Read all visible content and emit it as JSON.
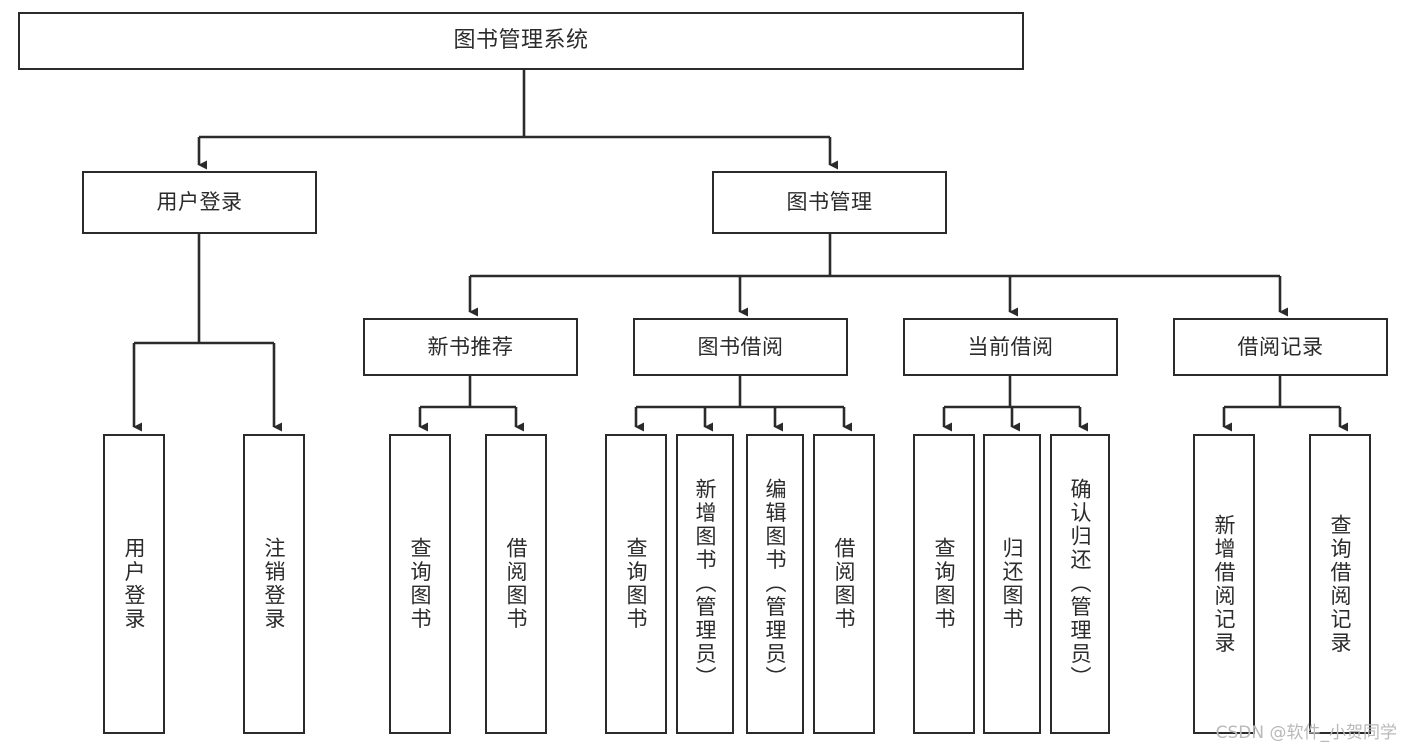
{
  "diagram": {
    "title": "图书管理系统",
    "type": "tree-hierarchy-chart",
    "root": {
      "label": "图书管理系统"
    },
    "level2": [
      {
        "label": "用户登录"
      },
      {
        "label": "图书管理"
      }
    ],
    "level3": [
      {
        "label": "新书推荐"
      },
      {
        "label": "图书借阅"
      },
      {
        "label": "当前借阅"
      },
      {
        "label": "借阅记录"
      }
    ],
    "leaves": {
      "user_login": [
        {
          "label": "用户登录"
        },
        {
          "label": "注销登录"
        }
      ],
      "new_book_recommend": [
        {
          "label": "查询图书"
        },
        {
          "label": "借阅图书"
        }
      ],
      "book_borrow": [
        {
          "label": "查询图书"
        },
        {
          "label": "新增图书（管理员）"
        },
        {
          "label": "编辑图书（管理员）"
        },
        {
          "label": "借阅图书"
        }
      ],
      "current_borrow": [
        {
          "label": "查询图书"
        },
        {
          "label": "归还图书"
        },
        {
          "label": "确认归还（管理员）"
        }
      ],
      "borrow_record": [
        {
          "label": "新增借阅记录"
        },
        {
          "label": "查询借阅记录"
        }
      ]
    }
  },
  "watermark": {
    "text": "CSDN @软件_小贺同学"
  },
  "colors": {
    "stroke": "#2b2b2b",
    "background": "#ffffff",
    "text": "#2b2b2b",
    "watermark": "#b9b9b9"
  }
}
